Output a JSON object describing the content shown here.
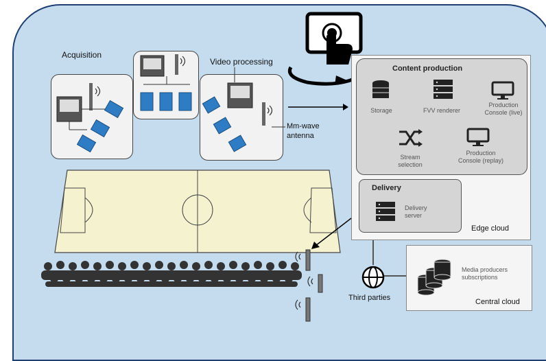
{
  "labels": {
    "acquisition": "Acquisition",
    "video_processing": "Video processing",
    "mmwave_line1": "Mm-wave",
    "mmwave_line2": "antenna",
    "third_parties": "Third parties"
  },
  "content_production": {
    "title": "Content production",
    "storage": "Storage",
    "fvv_renderer": "FVV renderer",
    "production_console_live": "Production\nConsole (live)",
    "stream_selection": "Stream\nselection",
    "production_console_replay": "Production\nConsole (replay)"
  },
  "delivery": {
    "title": "Delivery",
    "server": "Delivery\nserver"
  },
  "edge_cloud": "Edge cloud",
  "central_cloud": {
    "title": "Central cloud",
    "text": "Media producers\nsubscriptions"
  },
  "colors": {
    "panel": "#c5dcef",
    "border": "#1f3f73",
    "camera": "#2e7cc4",
    "pitch": "#f4f2cf"
  }
}
